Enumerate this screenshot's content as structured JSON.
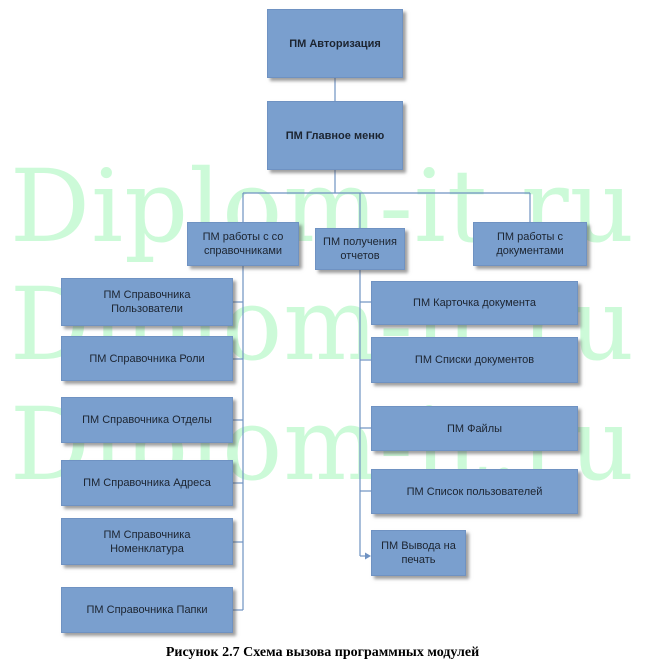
{
  "watermark": [
    "Diplom-it.ru",
    "Diplom-it.ru",
    "Diplom-it.ru"
  ],
  "nodes": {
    "auth": "ПМ Авторизация",
    "main_menu": "ПМ Главное меню",
    "directories": "ПМ работы с со справочниками",
    "reports": "ПМ получения отчетов",
    "documents": "ПМ работы с документами",
    "dir_users": "ПМ Справочника Пользователи",
    "dir_roles": "ПМ Справочника  Роли",
    "dir_departments": "ПМ Справочника  Отделы",
    "dir_addresses": "ПМ Справочника Адреса",
    "dir_nomenclature": "ПМ Справочника Номенклатура",
    "dir_folders": "ПМ Справочника  Папки",
    "doc_card": "ПМ Карточка документа",
    "doc_lists": "ПМ Списки документов",
    "doc_files": "ПМ Файлы",
    "user_list": "ПМ Список пользователей",
    "print_output": "ПМ Вывода на печать"
  },
  "caption": "Рисунок 2.7 Схема вызова программных модулей",
  "colors": {
    "box_fill": "#7a9fce",
    "line": "#6f92c2",
    "watermark": "#ccfad8"
  }
}
